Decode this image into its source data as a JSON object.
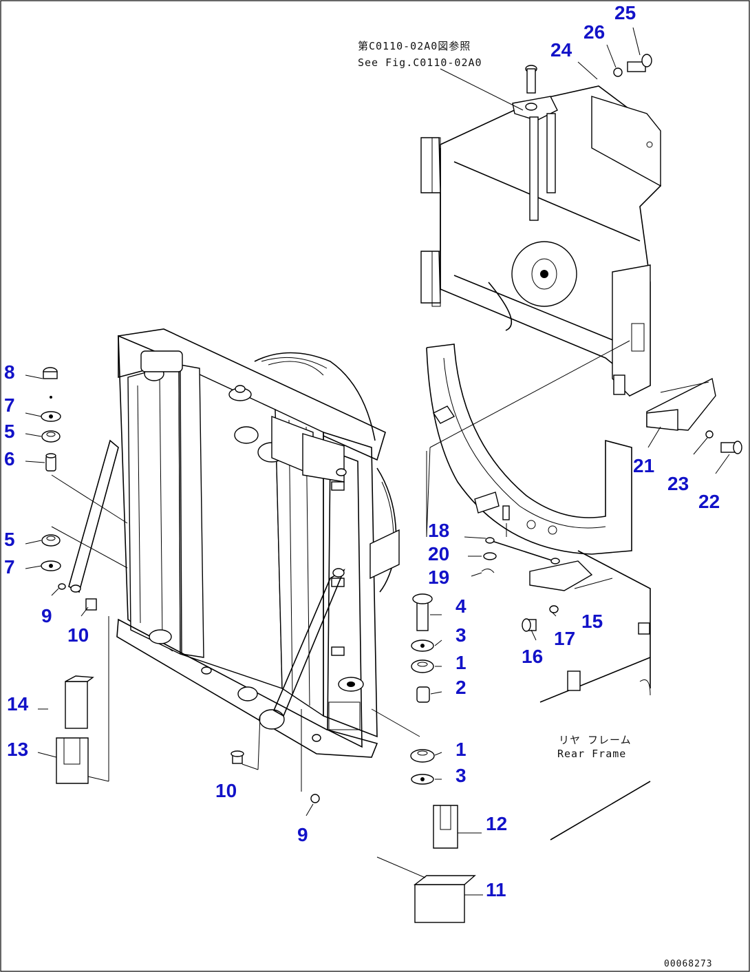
{
  "references": {
    "fig_ja": "第C0110-02A0図参照",
    "fig_en": "See Fig.C0110-02A0",
    "frame_ja": "リヤ フレーム",
    "frame_en": "Rear Frame",
    "drawing_no": "00068273"
  },
  "callouts": [
    {
      "id": "c25",
      "label": "25"
    },
    {
      "id": "c26",
      "label": "26"
    },
    {
      "id": "c24",
      "label": "24"
    },
    {
      "id": "c8",
      "label": "8"
    },
    {
      "id": "c7a",
      "label": "7"
    },
    {
      "id": "c5a",
      "label": "5"
    },
    {
      "id": "c6",
      "label": "6"
    },
    {
      "id": "c5b",
      "label": "5"
    },
    {
      "id": "c7b",
      "label": "7"
    },
    {
      "id": "c9a",
      "label": "9"
    },
    {
      "id": "c10a",
      "label": "10"
    },
    {
      "id": "c14",
      "label": "14"
    },
    {
      "id": "c13",
      "label": "13"
    },
    {
      "id": "c10b",
      "label": "10"
    },
    {
      "id": "c9b",
      "label": "9"
    },
    {
      "id": "c21",
      "label": "21"
    },
    {
      "id": "c23",
      "label": "23"
    },
    {
      "id": "c22",
      "label": "22"
    },
    {
      "id": "c18",
      "label": "18"
    },
    {
      "id": "c20",
      "label": "20"
    },
    {
      "id": "c19",
      "label": "19"
    },
    {
      "id": "c4",
      "label": "4"
    },
    {
      "id": "c3a",
      "label": "3"
    },
    {
      "id": "c1a",
      "label": "1"
    },
    {
      "id": "c2",
      "label": "2"
    },
    {
      "id": "c15",
      "label": "15"
    },
    {
      "id": "c17",
      "label": "17"
    },
    {
      "id": "c16",
      "label": "16"
    },
    {
      "id": "c1b",
      "label": "1"
    },
    {
      "id": "c3b",
      "label": "3"
    },
    {
      "id": "c12",
      "label": "12"
    },
    {
      "id": "c11",
      "label": "11"
    }
  ],
  "colors": {
    "callout": "#1212c8",
    "line": "#000000",
    "background": "#ffffff"
  }
}
